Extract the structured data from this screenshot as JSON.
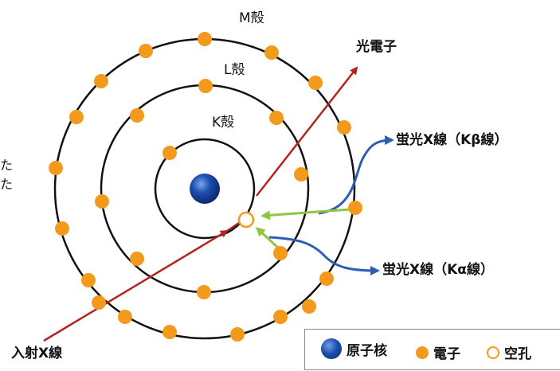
{
  "shells": {
    "k_label": "K殻",
    "l_label": "L殻",
    "m_label": "M殻"
  },
  "labels": {
    "photoelectron": "光電子",
    "fluorescent_kbeta": "蛍光X線（Kβ線）",
    "fluorescent_kalpha": "蛍光X線（Kα線）",
    "incident_xray": "入射X線",
    "cut_left_1": "た",
    "cut_left_2": "た"
  },
  "legend": {
    "nucleus": "原子核",
    "electron": "電子",
    "vacancy": "空孔"
  },
  "colors": {
    "nucleus": "#1d4fb0",
    "electron": "#f39a1d",
    "orbit": "#111111",
    "incident_arrow": "#b3241f",
    "fluorescent_arrow": "#2c5eb4",
    "transition_arrow": "#8dc63f"
  },
  "electron_counts": {
    "k_shell": 1,
    "l_shell": 8,
    "m_shell": 18
  }
}
